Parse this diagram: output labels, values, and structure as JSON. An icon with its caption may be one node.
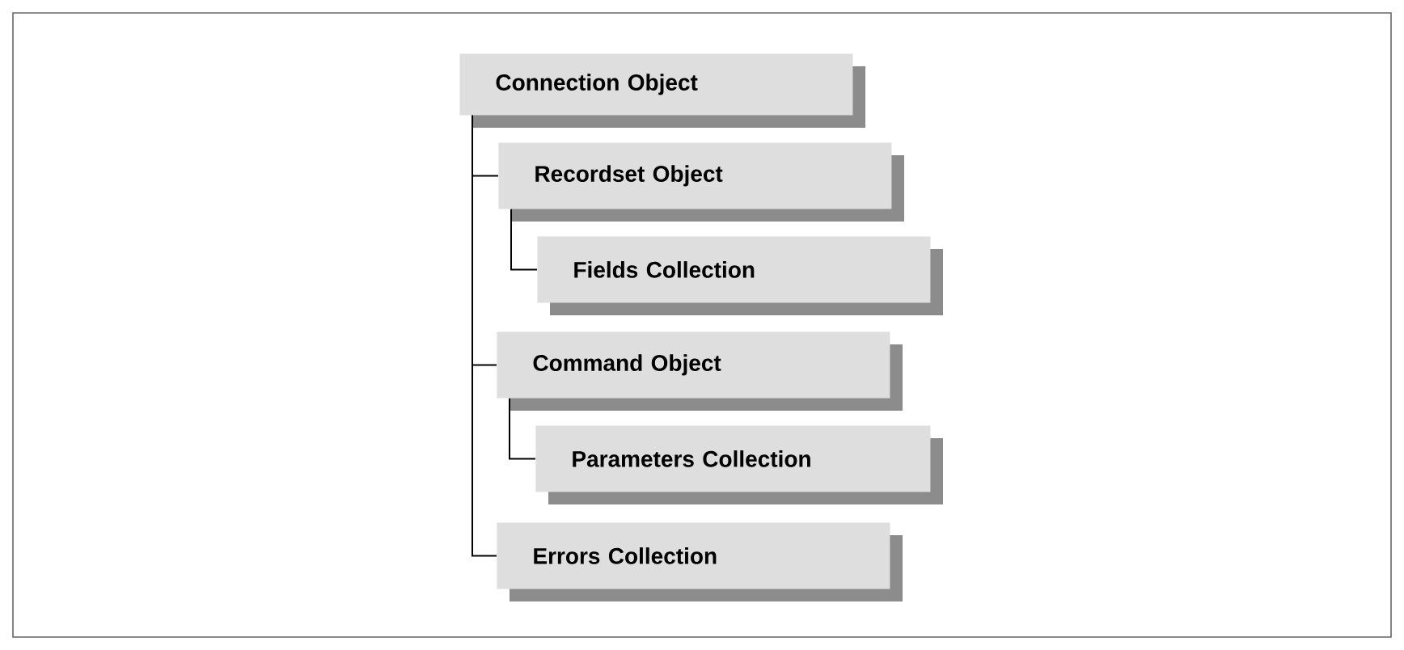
{
  "diagram": {
    "nodes": [
      {
        "text": [
          "Connection Object"
        ]
      },
      {
        "text": [
          "Recordset Object"
        ]
      },
      {
        "text": [
          "Fields Collection"
        ]
      },
      {
        "text": [
          "Command Object"
        ]
      },
      {
        "text": [
          "Parameters Collection"
        ]
      },
      {
        "text": [
          "Errors Collection"
        ]
      }
    ],
    "edges": [
      {
        "from": 0,
        "to": 1,
        "arrow": "none"
      },
      {
        "from": 1,
        "to": 2,
        "arrow": "none"
      },
      {
        "from": 0,
        "to": 3,
        "arrow": "none"
      },
      {
        "from": 3,
        "to": 4,
        "arrow": "none"
      },
      {
        "from": 0,
        "to": 5,
        "arrow": "none"
      }
    ]
  }
}
